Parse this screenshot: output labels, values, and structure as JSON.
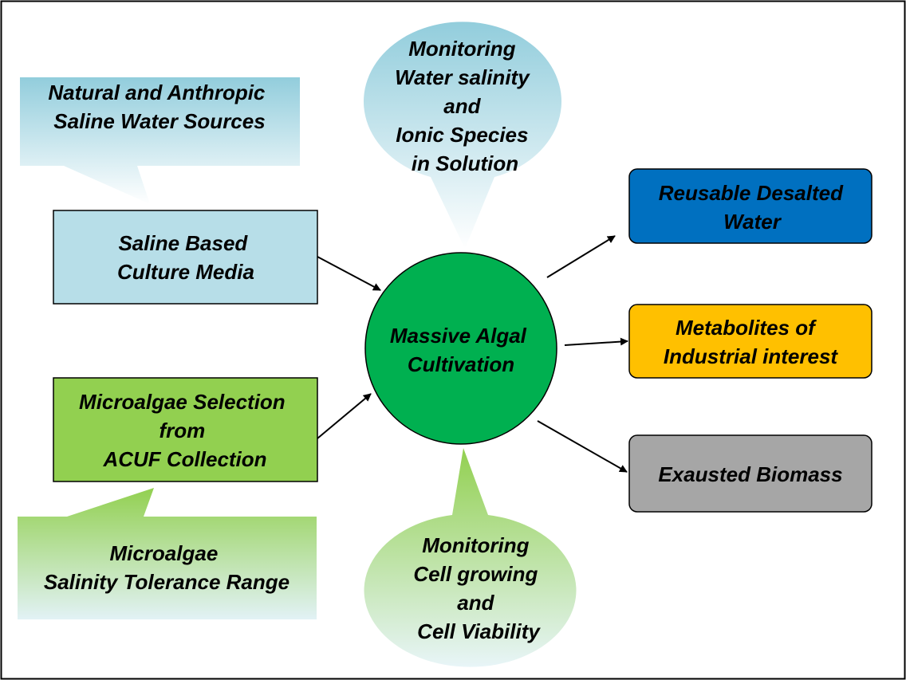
{
  "center": {
    "lines": [
      "Massive Algal",
      "Cultivation"
    ],
    "fill": "#00b050"
  },
  "inputs": {
    "saline_media": {
      "lines": [
        "Saline Based",
        "Culture Media"
      ],
      "fill": "#b7dee8"
    },
    "microalgae_selection": {
      "lines": [
        "Microalgae Selection",
        "from",
        "ACUF Collection"
      ],
      "fill": "#92d050"
    }
  },
  "callouts": {
    "saline_sources": {
      "lines": [
        "Natural and Anthropic",
        "Saline Water Sources"
      ],
      "color": "#92cddc"
    },
    "salinity_tolerance": {
      "lines": [
        "Microalgae",
        "Salinity Tolerance Range"
      ],
      "color": "#92d050"
    },
    "monitoring_salinity": {
      "lines": [
        "Monitoring",
        "Water salinity",
        "and",
        "Ionic Species",
        "in Solution"
      ],
      "color": "#92cddc"
    },
    "monitoring_cells": {
      "lines": [
        "Monitoring",
        "Cell growing",
        "and",
        "Cell Viability"
      ],
      "color": "#92d050"
    }
  },
  "outputs": {
    "desalted_water": {
      "lines": [
        "Reusable Desalted",
        "Water"
      ],
      "fill": "#0070c0"
    },
    "metabolites": {
      "lines": [
        "Metabolites of",
        "Industrial interest"
      ],
      "fill": "#ffc000"
    },
    "exausted_biomass": {
      "lines": [
        "Exausted Biomass"
      ],
      "fill": "#a6a6a6"
    }
  }
}
